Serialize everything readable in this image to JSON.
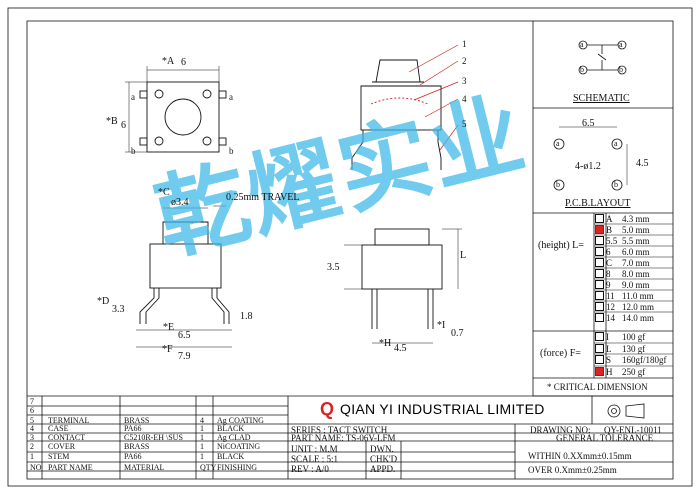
{
  "drawing": {
    "dimensions": {
      "a_label": "*A",
      "a_value": "6",
      "b_label": "*B",
      "b_value": "6",
      "c_label": "*C",
      "c_value": "ø3.4",
      "travel": "0.25mm TRAVEL",
      "d_label": "*D",
      "d_value": "3.3",
      "e_label": "*E",
      "e_value": "6.5",
      "f_label": "*F",
      "f_value": "7.9",
      "g_value": "1.8",
      "h_label": "*H",
      "h_value": "4.5",
      "i_label": "*I",
      "i_value": "0.7",
      "side_height": "3.5",
      "l_label": "L",
      "pin_a": "a",
      "pin_b": "b"
    },
    "part_numbers": [
      "1",
      "2",
      "3",
      "4",
      "5"
    ]
  },
  "schematic": {
    "title": "SCHEMATIC",
    "pin_a": "a",
    "pin_b": "b"
  },
  "pcb_layout": {
    "title": "P.C.B.LAYOUT",
    "width": "6.5",
    "height": "4.5",
    "hole": "4-ø1.2",
    "pin_a": "a",
    "pin_b": "b"
  },
  "height_table": {
    "label": "(height) L=",
    "rows": [
      {
        "code": "A",
        "value": "4.3 mm",
        "selected": false
      },
      {
        "code": "B",
        "value": "5.0 mm",
        "selected": true
      },
      {
        "code": "5.5",
        "value": "5.5 mm",
        "selected": false
      },
      {
        "code": "6",
        "value": "6.0 mm",
        "selected": false
      },
      {
        "code": "C",
        "value": "7.0 mm",
        "selected": false
      },
      {
        "code": "8",
        "value": "8.0 mm",
        "selected": false
      },
      {
        "code": "9",
        "value": "9.0 mm",
        "selected": false
      },
      {
        "code": "11",
        "value": "11.0 mm",
        "selected": false
      },
      {
        "code": "12",
        "value": "12.0 mm",
        "selected": false
      },
      {
        "code": "14",
        "value": "14.0 mm",
        "selected": false
      }
    ]
  },
  "force_table": {
    "label": "(force) F=",
    "rows": [
      {
        "code": "I",
        "value": "100 gf",
        "selected": false
      },
      {
        "code": "L",
        "value": "130 gf",
        "selected": false
      },
      {
        "code": "S",
        "value": "160gf/180gf",
        "selected": false
      },
      {
        "code": "H",
        "value": "250 gf",
        "selected": true
      }
    ]
  },
  "critical_note": "* CRITICAL  DIMENSION",
  "watermark": "乾燿实业",
  "bom": {
    "row_numbers": [
      "7",
      "6",
      "5",
      "4",
      "3",
      "2",
      "1",
      "NO"
    ],
    "rows": [
      {
        "no": "7",
        "part": "",
        "material": "",
        "qty": "",
        "finish": ""
      },
      {
        "no": "6",
        "part": "",
        "material": "",
        "qty": "",
        "finish": ""
      },
      {
        "no": "5",
        "part": "TERMINAL",
        "material": "BRASS",
        "qty": "4",
        "finish": "Ag COATING"
      },
      {
        "no": "4",
        "part": "CASE",
        "material": "PA66",
        "qty": "1",
        "finish": "BLACK"
      },
      {
        "no": "3",
        "part": "CONTACT",
        "material": "C5210R-EH \\SUS",
        "qty": "1",
        "finish": "Ag CLAD"
      },
      {
        "no": "2",
        "part": "COVER",
        "material": "BRASS",
        "qty": "1",
        "finish": "NiCOATING"
      },
      {
        "no": "1",
        "part": "STEM",
        "material": "PA66",
        "qty": "1",
        "finish": "BLACK"
      }
    ],
    "headers": {
      "no": "NO",
      "part": "PART NAME",
      "material": "MATERIAL",
      "qty": "QTY",
      "finish": "FINISHING"
    }
  },
  "title_block": {
    "logo": "Q",
    "company": "QIAN  YI  INDUSTRIAL  LIMITED",
    "series": "SERIES : TACT SWITCH",
    "part_name": "PART NAME: TS-06V-LFM",
    "unit": "UNIT : M.M",
    "dwn": "DWN.",
    "scale": "SCALE : 5:1",
    "chkd": "CHK'D",
    "rev": "REV  : A/0",
    "appd": "APPD.",
    "drawing_no_label": "DRAWING NO:",
    "drawing_no": "QY-ENL-10011",
    "tolerance_title": "GENERAL TOLERANCE",
    "tol_within": "WITHIN 0.XXmm±0.15mm",
    "tol_over": "OVER   0.Xmm±0.25mm"
  }
}
